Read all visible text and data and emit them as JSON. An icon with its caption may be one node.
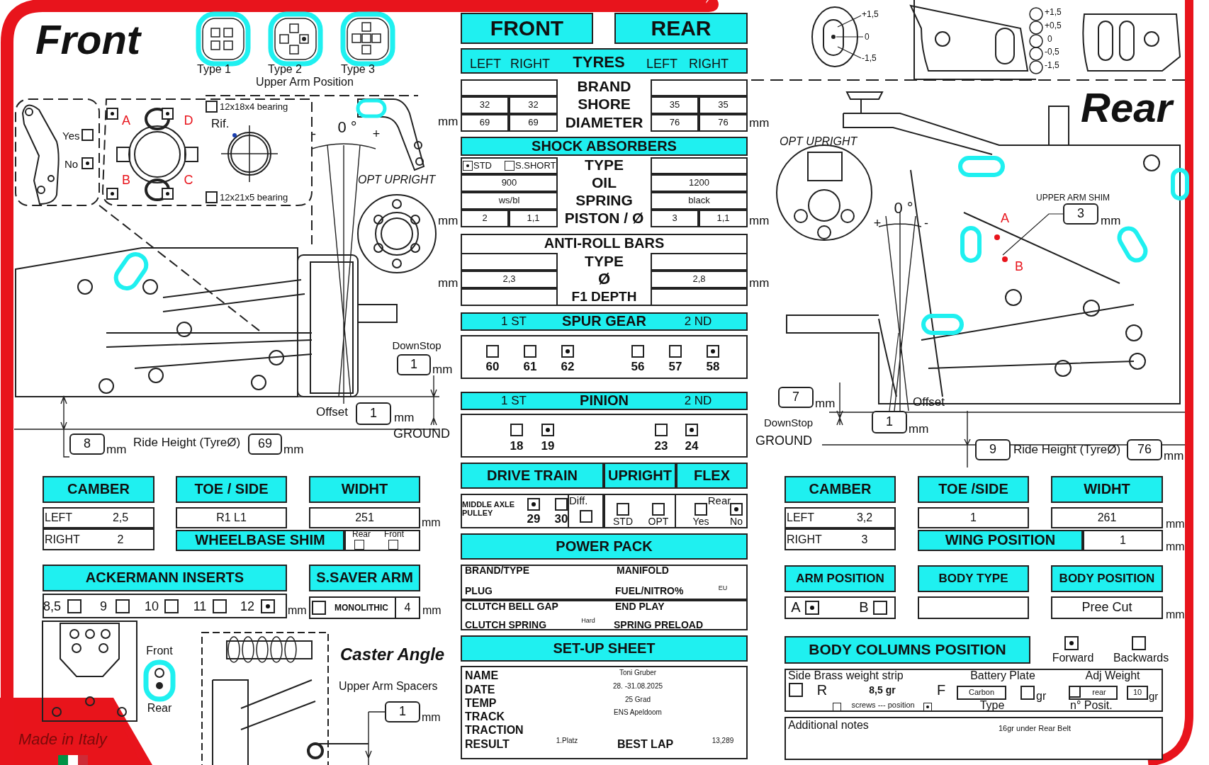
{
  "diagram": {
    "labels": [
      "Front",
      "Type 1",
      "Type 2",
      "Type 3",
      "Upper Arm Position",
      "12x18x4 bearing",
      "A",
      "D",
      "Rif.",
      "-",
      "0 °",
      "+",
      "mm",
      "Yes",
      "No",
      "B",
      "C",
      "OPT UPRIGHT",
      "12x21x5 bearing",
      "mm",
      "mm",
      "DownStop",
      "1",
      "mm",
      "Offset",
      "1",
      "mm",
      "GROUND",
      "8",
      "mm",
      "Ride Height (TyreØ)",
      "69",
      "mm",
      "FRONT",
      "REAR",
      "LEFT",
      "RIGHT",
      "TYRES",
      "LEFT",
      "RIGHT",
      "BRAND",
      "32",
      "32",
      "SHORE",
      "35",
      "35",
      "69",
      "69",
      "DIAMETER",
      "76",
      "76",
      "mm",
      "SHOCK ABSORBERS",
      "STD",
      "S.SHORT",
      "TYPE",
      "900",
      "OIL",
      "1200",
      "ws/bl",
      "SPRING",
      "black",
      "2",
      "1,1",
      "PISTON / Ø",
      "3",
      "1,1",
      "mm",
      "ANTI-ROLL BARS",
      "TYPE",
      "2,3",
      "Ø",
      "2,8",
      "mm",
      "F1 DEPTH",
      "1 ST",
      "SPUR GEAR",
      "2 ND",
      "60",
      "61",
      "62",
      "56",
      "57",
      "58",
      "1 ST",
      "PINION",
      "2 ND",
      "18",
      "19",
      "23",
      "24",
      "+1,5",
      "+1,5",
      "+0,5",
      "0",
      "0",
      "-0,5",
      "-1,5",
      "-1,5",
      "Rear",
      "OPT UPRIGHT",
      "0 °",
      "UPPER ARM SHIM",
      "+",
      "-",
      "3",
      "mm",
      "A",
      "B",
      "7",
      "mm",
      "DownStop",
      "1",
      "Offset",
      "mm",
      "GROUND",
      "9",
      "Ride Height (TyreØ)",
      "76",
      "mm",
      "CAMBER",
      "TOE / SIDE",
      "WIDHT",
      "LEFT",
      "2,5",
      "R1 L1",
      "251",
      "mm",
      "RIGHT",
      "2",
      "WHEELBASE SHIM",
      "Rear",
      "Front",
      "ACKERMANN INSERTS",
      "S.SAVER ARM",
      "8,5",
      "9",
      "10",
      "11",
      "12",
      "mm",
      "MONOLITHIC",
      "4",
      "mm",
      "Front",
      "Caster Angle",
      "Upper Arm Spacers",
      "Rear",
      "1",
      "mm",
      "Made in Italy",
      "DRIVE TRAIN",
      "UPRIGHT",
      "FLEX",
      "MIDDLE AXLE PULLEY",
      "Diff.",
      "29",
      "30",
      "Rear",
      "STD",
      "OPT",
      "Yes",
      "No",
      "POWER PACK",
      "BRAND/TYPE",
      "MANIFOLD",
      "PLUG",
      "FUEL/NITRO%",
      "EU",
      "CLUTCH BELL GAP",
      "END PLAY",
      "CLUTCH SPRING",
      "Hard",
      "SPRING PRELOAD",
      "SET-UP SHEET",
      "NAME",
      "Toni Gruber",
      "DATE",
      "28. -31.08.2025",
      "TEMP",
      "25 Grad",
      "TRACK",
      "ENS Apeldoom",
      "TRACTION",
      "RESULT",
      "1.Platz",
      "BEST LAP",
      "13,289",
      "CAMBER",
      "TOE /SIDE",
      "WIDHT",
      "LEFT",
      "3,2",
      "1",
      "261",
      "mm",
      "RIGHT",
      "3",
      "WING POSITION",
      "1",
      "mm",
      "ARM POSITION",
      "BODY TYPE",
      "BODY POSITION",
      "A",
      "B",
      "Pree Cut",
      "mm",
      "BODY COLUMNS POSITION",
      "Forward",
      "Backwards",
      "Side Brass weight strip",
      "R",
      "8,5 gr",
      "F",
      "screws --- position",
      "Battery Plate",
      "Carbon",
      "gr",
      "Type",
      "Adj Weight",
      "rear",
      "10",
      "gr",
      "n° Posit.",
      "Additional notes",
      "16gr under Rear Belt"
    ]
  }
}
